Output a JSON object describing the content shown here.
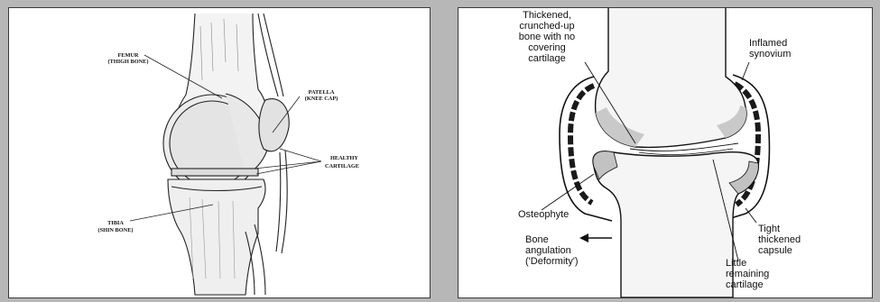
{
  "left_panel": {
    "labels": {
      "femur_1": "FEMUR",
      "femur_2": "(THIGH BONE)",
      "patella_1": "PATELLA",
      "patella_2": "(KNEE CAP)",
      "healthy_1": "HEALTHY",
      "healthy_2": "CARTILAGE",
      "tibia_1": "TIBIA",
      "tibia_2": "(SHIN BONE)"
    }
  },
  "right_panel": {
    "labels": {
      "thick_1": "Thickened,",
      "thick_2": "crunched-up",
      "thick_3": "bone with no",
      "thick_4": "covering",
      "thick_5": "cartilage",
      "syn_1": "Inflamed",
      "syn_2": "synovium",
      "osteo": "Osteophyte",
      "tight_1": "Tight",
      "tight_2": "thickened",
      "tight_3": "capsule",
      "bone_1": "Bone",
      "bone_2": "angulation",
      "bone_3": "('Deformity')",
      "little_1": "Little",
      "little_2": "remaining",
      "little_3": "cartilage"
    }
  }
}
